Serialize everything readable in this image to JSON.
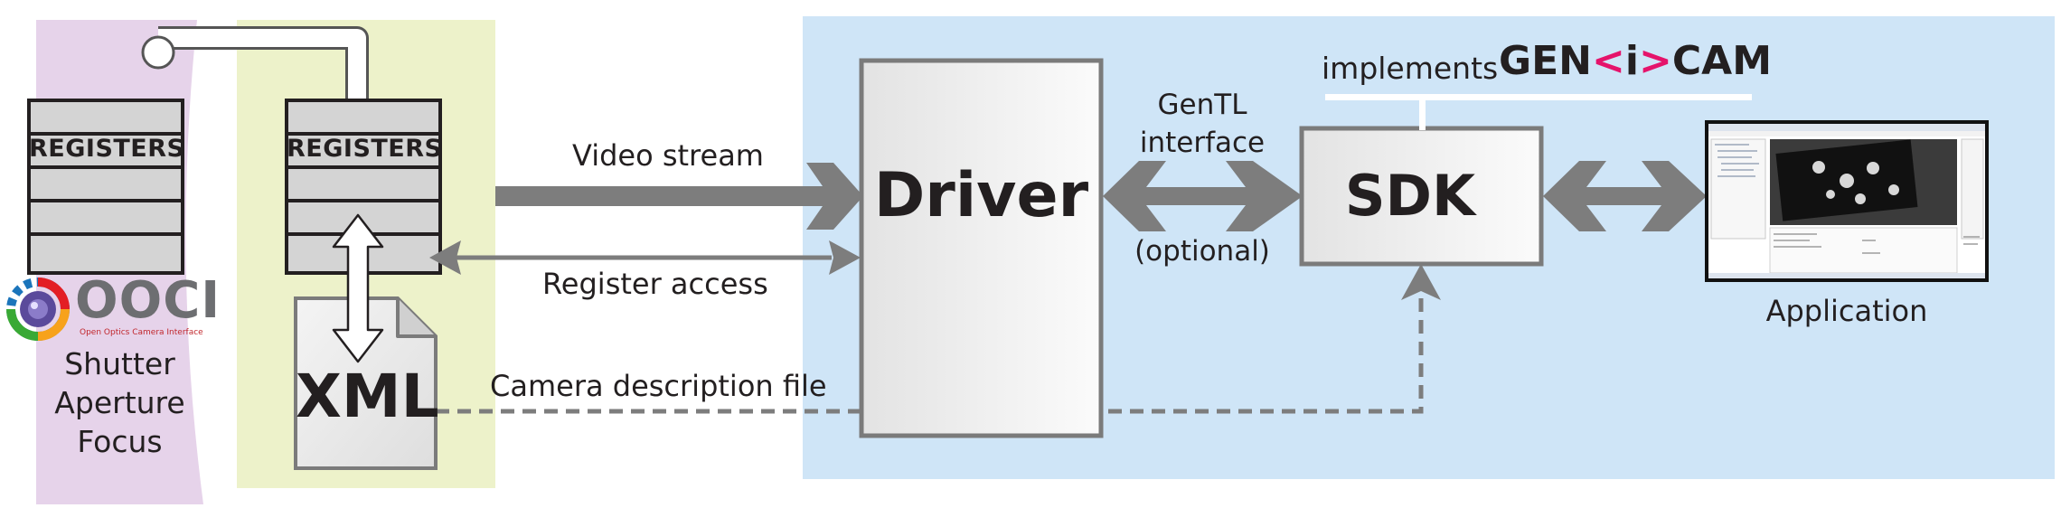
{
  "labels": {
    "video_stream": "Video stream",
    "register_access": "Register access",
    "camera_description_file": "Camera description file",
    "gentl_line1": "GenTL",
    "gentl_line2": "interface",
    "optional": "(optional)",
    "implements": "implements",
    "application": "Application"
  },
  "boxes": {
    "driver": "Driver",
    "sdk": "SDK",
    "xml": "XML",
    "registers_left": "REGISTERS",
    "registers_right": "REGISTERS"
  },
  "ooci": {
    "logo_text": "OOCI",
    "tagline": "Open Optics Camera Interface",
    "items": [
      "Shutter",
      "Aperture",
      "Focus"
    ]
  },
  "genicam_logo": {
    "part1": "GEN",
    "lt": "<",
    "i": "i",
    "gt": ">",
    "part2": "CAM"
  },
  "colors": {
    "purple_region": "#e6d3ea",
    "green_region": "#edf2ca",
    "blue_region": "#cfe5f7",
    "arrow_gray": "#7d7d7d",
    "box_border": "#7b7b7b",
    "genicam_accent": "#e5136b"
  }
}
